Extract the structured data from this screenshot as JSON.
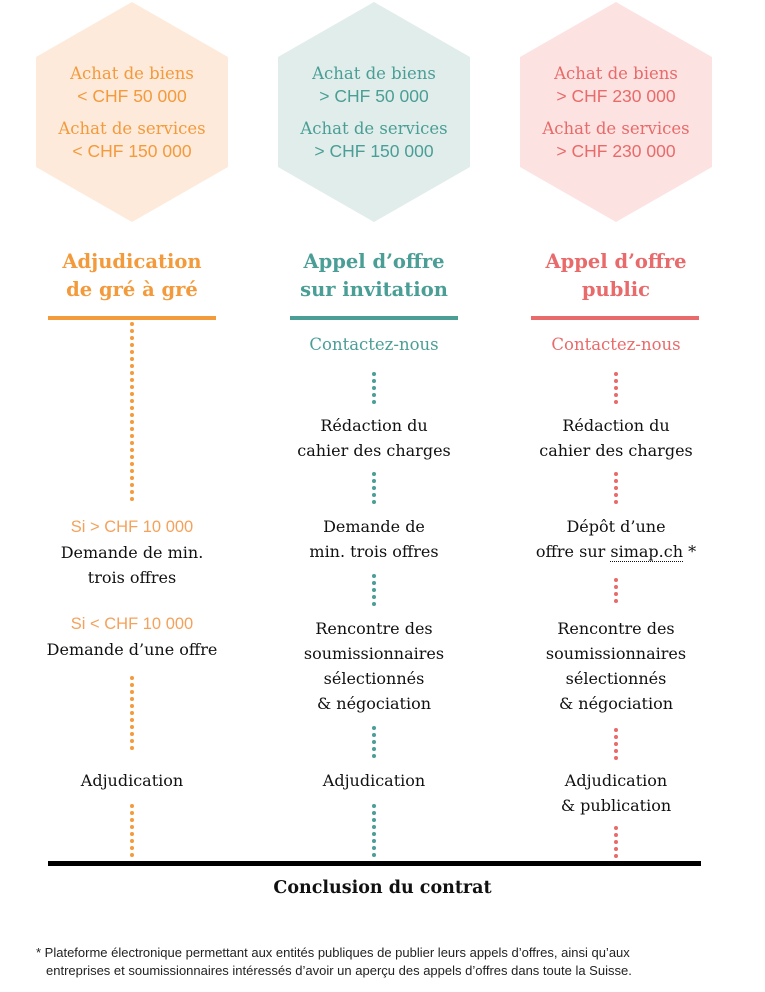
{
  "colors": {
    "orange": "#F39A3C",
    "orange_light": "#FDEADA",
    "teal": "#4A9E96",
    "teal_light": "#E1EDEB",
    "red": "#E86A6A",
    "red_light": "#FCE3E1",
    "text": "#111111"
  },
  "columns": [
    {
      "hex": {
        "goods_label": "Achat de biens",
        "goods_amount": "< CHF 50 000",
        "services_label": "Achat de services",
        "services_amount": "< CHF 150 000"
      },
      "title_line1": "Adjudication",
      "title_line2": "de gré à gré",
      "steps": {
        "cond1": "Si > CHF 10 000",
        "step1_line1": "Demande de min.",
        "step1_line2": "trois offres",
        "cond2": "Si < CHF 10 000",
        "step2_line1": "Demande d’une offre",
        "final": "Adjudication"
      }
    },
    {
      "hex": {
        "goods_label": "Achat de biens",
        "goods_amount": "> CHF 50 000",
        "services_label": "Achat de services",
        "services_amount": "> CHF 150 000"
      },
      "title_line1": "Appel d’offre",
      "title_line2": "sur invitation",
      "contact": "Contactez-nous",
      "steps": {
        "s1_line1": "Rédaction du",
        "s1_line2": "cahier des charges",
        "s2_line1": "Demande de",
        "s2_line2": "min. trois offres",
        "s3_line1": "Rencontre des",
        "s3_line2": "soumissionnaires",
        "s3_line3": "sélectionnés",
        "s3_line4": "& négociation",
        "final": "Adjudication"
      }
    },
    {
      "hex": {
        "goods_label": "Achat de biens",
        "goods_amount": "> CHF 230 000",
        "services_label": "Achat de services",
        "services_amount": "> CHF 230 000"
      },
      "title_line1": "Appel d’offre",
      "title_line2": "public",
      "contact": "Contactez-nous",
      "steps": {
        "s1_line1": "Rédaction du",
        "s1_line2": "cahier des charges",
        "s2_line1": "Dépôt d’une",
        "s2_line2_pre": "offre sur ",
        "s2_link": "simap.ch",
        "s2_star": " *",
        "s3_line1": "Rencontre des",
        "s3_line2": "soumissionnaires",
        "s3_line3": "sélectionnés",
        "s3_line4": "& négociation",
        "final_line1": "Adjudication",
        "final_line2": "& publication"
      }
    }
  ],
  "conclusion": "Conclusion du contrat",
  "footnote_line1": "* Plateforme électronique permettant aux entités publiques de publier leurs appels d’offres, ainsi qu’aux",
  "footnote_line2": "entreprises et soumissionnaires intéressés d’avoir un aperçu des appels d’offres dans toute la Suisse."
}
